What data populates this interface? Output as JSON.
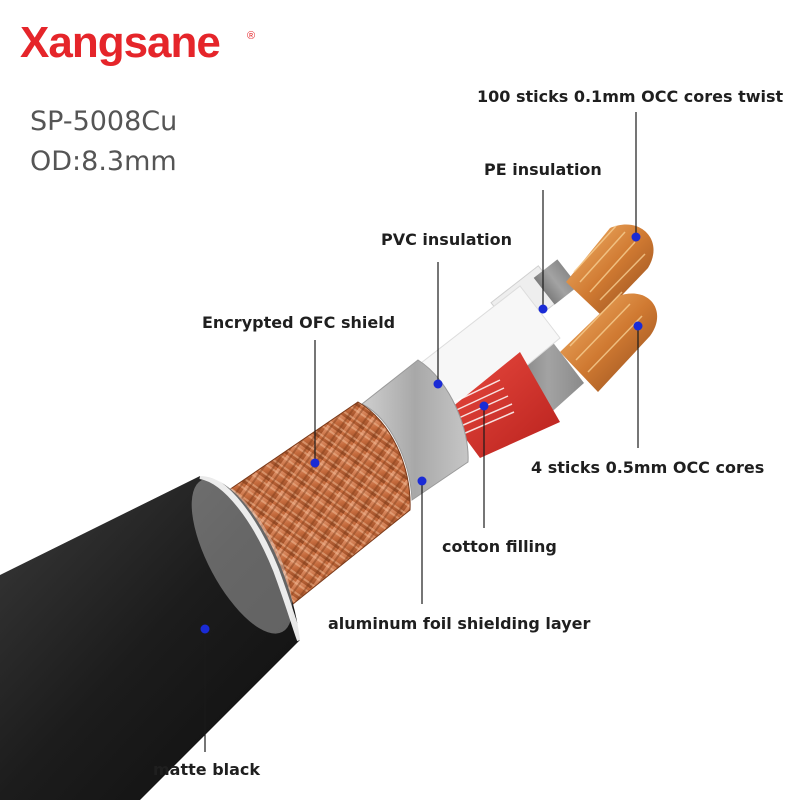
{
  "brand": {
    "name": "Xangsane",
    "registered_mark": "®",
    "color": "#e5252a"
  },
  "model": "SP-5008Cu",
  "outer_diameter": "OD:8.3mm",
  "labels": {
    "cores_twist": "100 sticks 0.1mm OCC cores twist",
    "pe_insulation": "PE insulation",
    "pvc_insulation": "PVC insulation",
    "ofc_shield": "Encrypted OFC shield",
    "occ_cores": "4 sticks 0.5mm OCC cores",
    "cotton_filling": "cotton filling",
    "aluminum_foil": "aluminum foil shielding layer",
    "matte_black": "matte black"
  },
  "colors": {
    "marker": "#1a2bd6",
    "jacket": "#1e1e1e",
    "copper": "#c8703f",
    "red_insulation": "#d8302c"
  }
}
